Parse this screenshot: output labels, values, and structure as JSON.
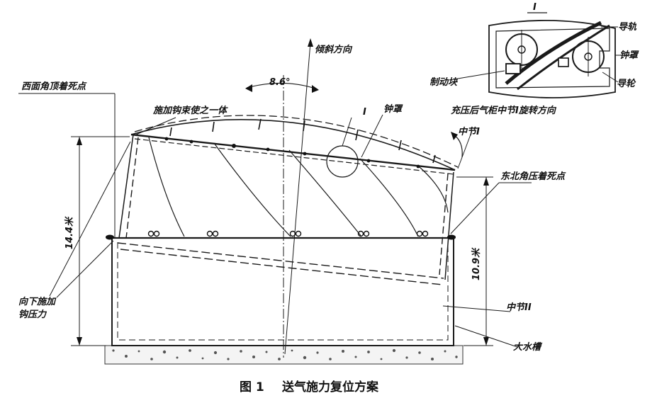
{
  "labels": {
    "top_corner_dead_point": "西面角顶着死点",
    "tilt_direction": "倾斜方向",
    "angle": "8.6°",
    "apply_hook_integrate": "施加钩束使之一体",
    "detail_mark_main": "I",
    "bell_cover": "钟罩",
    "middle_section_1": "中节I",
    "northeast_dead_point": "东北角压着死点",
    "height_left": "14.4米",
    "height_right": "10.9米",
    "downward_hook_force": [
      "向下施加",
      "钩压力"
    ],
    "middle_section_2": "中节II",
    "water_tank": "大水槽",
    "detail_mark_inset": "I",
    "guide_rail": "导轨",
    "bell_cover_inset": "钟罩",
    "guide_wheel": "导轮",
    "brake_block": "制动块",
    "inflation_direction": "充压后气柜中节I旋转方向"
  },
  "caption": {
    "figure_no": "图 1",
    "title": "送气施力复位方案"
  }
}
